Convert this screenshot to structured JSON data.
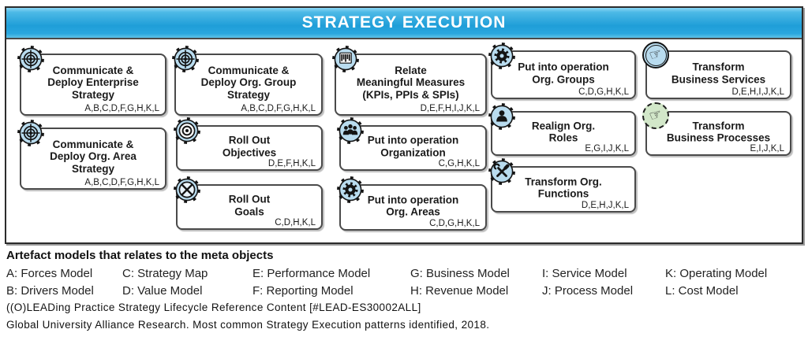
{
  "header": {
    "title": "STRATEGY EXECUTION"
  },
  "boxes": {
    "a1": {
      "icon": "target-gear-icon",
      "title": "Communicate &\nDeploy Enterprise\nStrategy",
      "letters": "A,B,C,D,F,G,H,K,L"
    },
    "a2": {
      "icon": "target-gear-icon",
      "title": "Communicate &\nDeploy Org. Area\nStrategy",
      "letters": "A,B,C,D,F,G,H,K,L"
    },
    "b1": {
      "icon": "target-gear-icon",
      "title": "Communicate &\nDeploy Org. Group\nStrategy",
      "letters": "A,B,C,D,F,G,H,K,L"
    },
    "b2": {
      "icon": "bullseye-gear-icon",
      "title": "Roll Out\nObjectives",
      "letters": "D,E,F,H,K,L"
    },
    "b3": {
      "icon": "circle-x-gear-icon",
      "title": "Roll Out\nGoals",
      "letters": "C,D,H,K,L"
    },
    "c1": {
      "icon": "bar-chart-gear-icon",
      "title": "Relate\nMeaningful Measures\n(KPIs, PPIs & SPIs)",
      "letters": "D,E,F,H,I,J,K,L"
    },
    "c2": {
      "icon": "people-group-gear-icon",
      "title": "Put into operation\nOrganization",
      "letters": "C,G,H,K,L"
    },
    "c3": {
      "icon": "gear-gear-icon",
      "title": "Put into operation\nOrg. Areas",
      "letters": "C,D,G,H,K,L"
    },
    "d1": {
      "icon": "gear-gear-icon",
      "title": "Put into operation\nOrg. Groups",
      "letters": "C,D,G,H,K,L"
    },
    "d2": {
      "icon": "person-gear-icon",
      "title": "Realign Org.\nRoles",
      "letters": "E,G,I,J,K,L"
    },
    "d3": {
      "icon": "tools-gear-icon",
      "title": "Transform Org.\nFunctions",
      "letters": "D,E,H,J,K,L"
    },
    "e1": {
      "icon": "pointing-hand-icon",
      "title": "Transform\nBusiness Services",
      "letters": "D,E,H,I,J,K,L"
    },
    "e2": {
      "icon": "pointing-hand-outline-icon",
      "title": "Transform\nBusiness Processes",
      "letters": "E,I,J,K,L"
    }
  },
  "legend": {
    "heading": "Artefact models that relates to the meta objects",
    "row1": [
      "A: Forces Model",
      "C: Strategy Map",
      "E: Performance Model",
      "G: Business Model",
      "I: Service Model",
      "K: Operating Model"
    ],
    "row2": [
      "B: Drivers Model",
      "D: Value Model",
      "F: Reporting Model",
      "H: Revenue Model",
      "J: Process Model",
      "L: Cost Model"
    ]
  },
  "footer": {
    "line1": "((O)LEADing Practice Strategy Lifecycle Reference Content [#LEAD-ES30002ALL]",
    "line2": "Global University Alliance Research. Most common Strategy Execution patterns identified, 2018."
  },
  "colors": {
    "header_blue": "#229fd9",
    "icon_blue": "#b9dcef",
    "icon_green": "#d2e7c9"
  },
  "icons": {
    "hand_glyph": "☞"
  }
}
